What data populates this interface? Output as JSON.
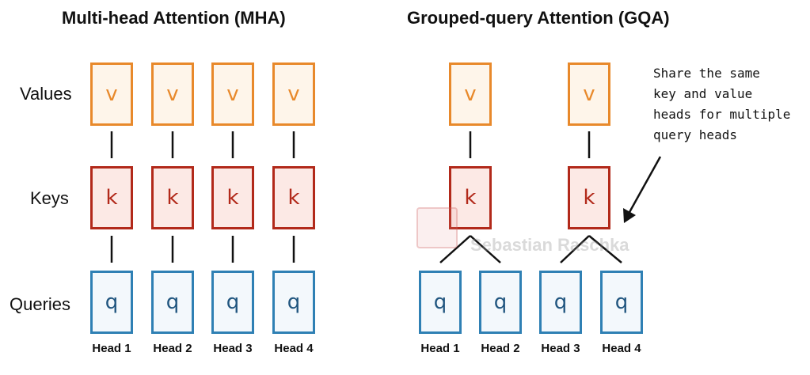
{
  "mha": {
    "title": "Multi-head Attention (MHA)",
    "labels": {
      "values": "Values",
      "keys": "Keys",
      "queries": "Queries"
    },
    "value_glyph": "v",
    "key_glyph": "k",
    "query_glyph": "q",
    "heads": [
      "Head 1",
      "Head 2",
      "Head 3",
      "Head 4"
    ]
  },
  "gqa": {
    "title": "Grouped-query Attention (GQA)",
    "value_glyph": "v",
    "key_glyph": "k",
    "query_glyph": "q",
    "heads": [
      "Head 1",
      "Head 2",
      "Head 3",
      "Head 4"
    ]
  },
  "annotation": {
    "lines": [
      "Share the same",
      "key and value",
      "heads for multiple",
      "query heads"
    ]
  },
  "watermark": "Sebastian Raschka",
  "colors": {
    "value": "#e8892b",
    "key": "#b2291a",
    "query": "#2f80b4"
  }
}
